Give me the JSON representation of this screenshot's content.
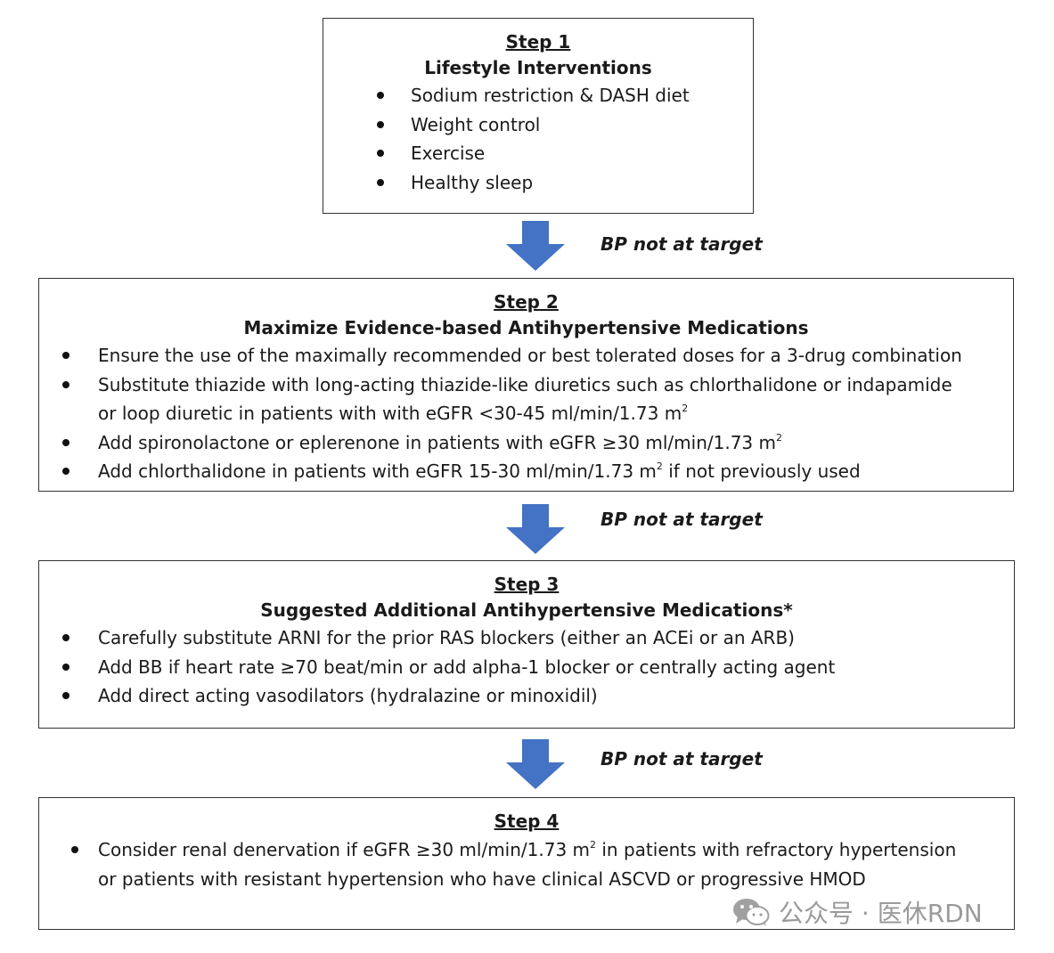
{
  "step1": {
    "title": "Step 1",
    "subtitle": "Lifestyle Interventions",
    "items": [
      "Sodium restriction & DASH diet",
      "Weight control",
      "Exercise",
      "Healthy sleep"
    ]
  },
  "arrows": {
    "label1": "BP not at target",
    "label2": "BP not at target",
    "label3": "BP not at target",
    "color": "#4472C4"
  },
  "step2": {
    "title": "Step 2",
    "subtitle": "Maximize Evidence-based Antihypertensive Medications",
    "item1": "Ensure the use of the maximally recommended or best tolerated doses for a 3-drug combination",
    "item2_line1": "Substitute thiazide with long-acting thiazide-like diuretics such as chlorthalidone or indapamide",
    "item2_line2": "or loop diuretic in patients with with eGFR <30-45 ml/min/1.73 m",
    "item2_sup": "2",
    "item3": "Add spironolactone or eplerenone in patients with eGFR ≥30 ml/min/1.73 m",
    "item3_sup": "2",
    "item4_a": "Add chlorthalidone in patients with eGFR 15-30 ml/min/1.73 m",
    "item4_sup": "2",
    "item4_b": " if not previously used"
  },
  "step3": {
    "title": "Step 3",
    "subtitle": "Suggested Additional Antihypertensive Medications*",
    "items": [
      "Carefully substitute ARNI for the prior RAS blockers (either an ACEi or an ARB)",
      "Add BB if heart rate ≥70 beat/min or add alpha-1 blocker or centrally acting agent",
      "Add direct acting vasodilators (hydralazine or minoxidil)"
    ]
  },
  "step4": {
    "title": "Step 4",
    "item_a": "Consider renal denervation if eGFR  ≥30 ml/min/1.73 m",
    "item_sup": "2",
    "item_b": " in patients with refractory hypertension",
    "item_line2": "or patients with resistant hypertension who have clinical ASCVD or progressive HMOD"
  },
  "watermark": {
    "text": "公众号 · 医休RDN",
    "icon": "wechat-icon"
  }
}
